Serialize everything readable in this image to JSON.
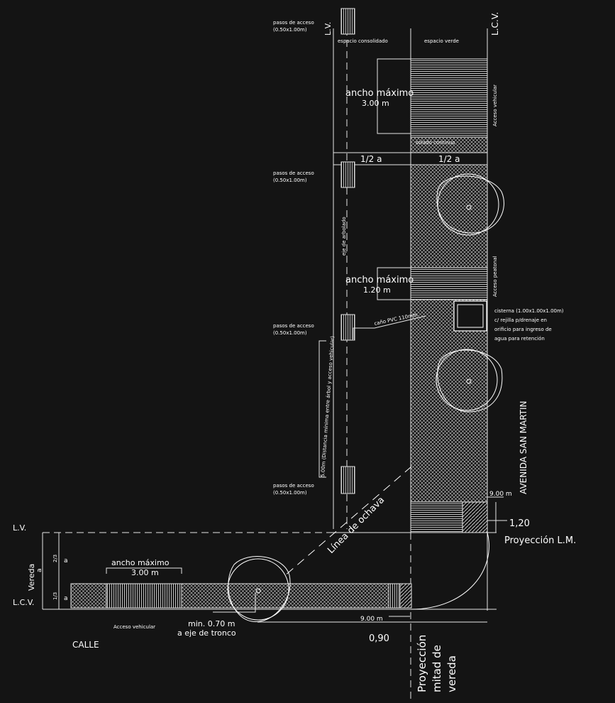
{
  "access_label": "pasos de acceso",
  "access_dims": "(0.50x1.00m)",
  "lv_top": "L.V.",
  "lcv_top": "L.C.V.",
  "espacio_consolidado": "espacio consolidado",
  "espacio_verde": "espacio verde",
  "ancho_maximo": "ancho máximo",
  "ancho_300": "3.00 m",
  "ancho_120": "1.20 m",
  "acceso_vehicular": "Acceso vehicular",
  "acceso_peatonal": "Acceso peatonal",
  "rampa_note": "solado continuo",
  "half_a": "1/2 a",
  "eje_de_arbolado": "eje de arbolado",
  "cano_pvc": "caño PVC 110mm",
  "cisterna": [
    "cisterna (1.00x1.00x1.00m)",
    "c/ rejilla p/drenaje en",
    "orificio para ingreso de",
    "agua para retención"
  ],
  "dist_note": "5.00m (Distancia mínima entre árbol y acceso vehicular)",
  "avenida": "AVENIDA SAN MARTIN",
  "dim_900": "9.00 m",
  "dim_120": "1,20",
  "proyeccion_lm": "Proyección L.M.",
  "linea_ochava": "Línea de ochava",
  "lv_left": "L.V.",
  "lcv_left": "L.C.V.",
  "vereda": "Vereda",
  "a_label": "a",
  "frac_two_thirds": "2/3",
  "frac_one_third": "1/3",
  "min_070": "min. 0.70 m",
  "a_eje_tronco": "a eje de tronco",
  "dim_090": "0,90",
  "calle": "CALLE",
  "proyeccion_mitad": [
    "Proyección",
    "mitad de",
    "vereda"
  ]
}
